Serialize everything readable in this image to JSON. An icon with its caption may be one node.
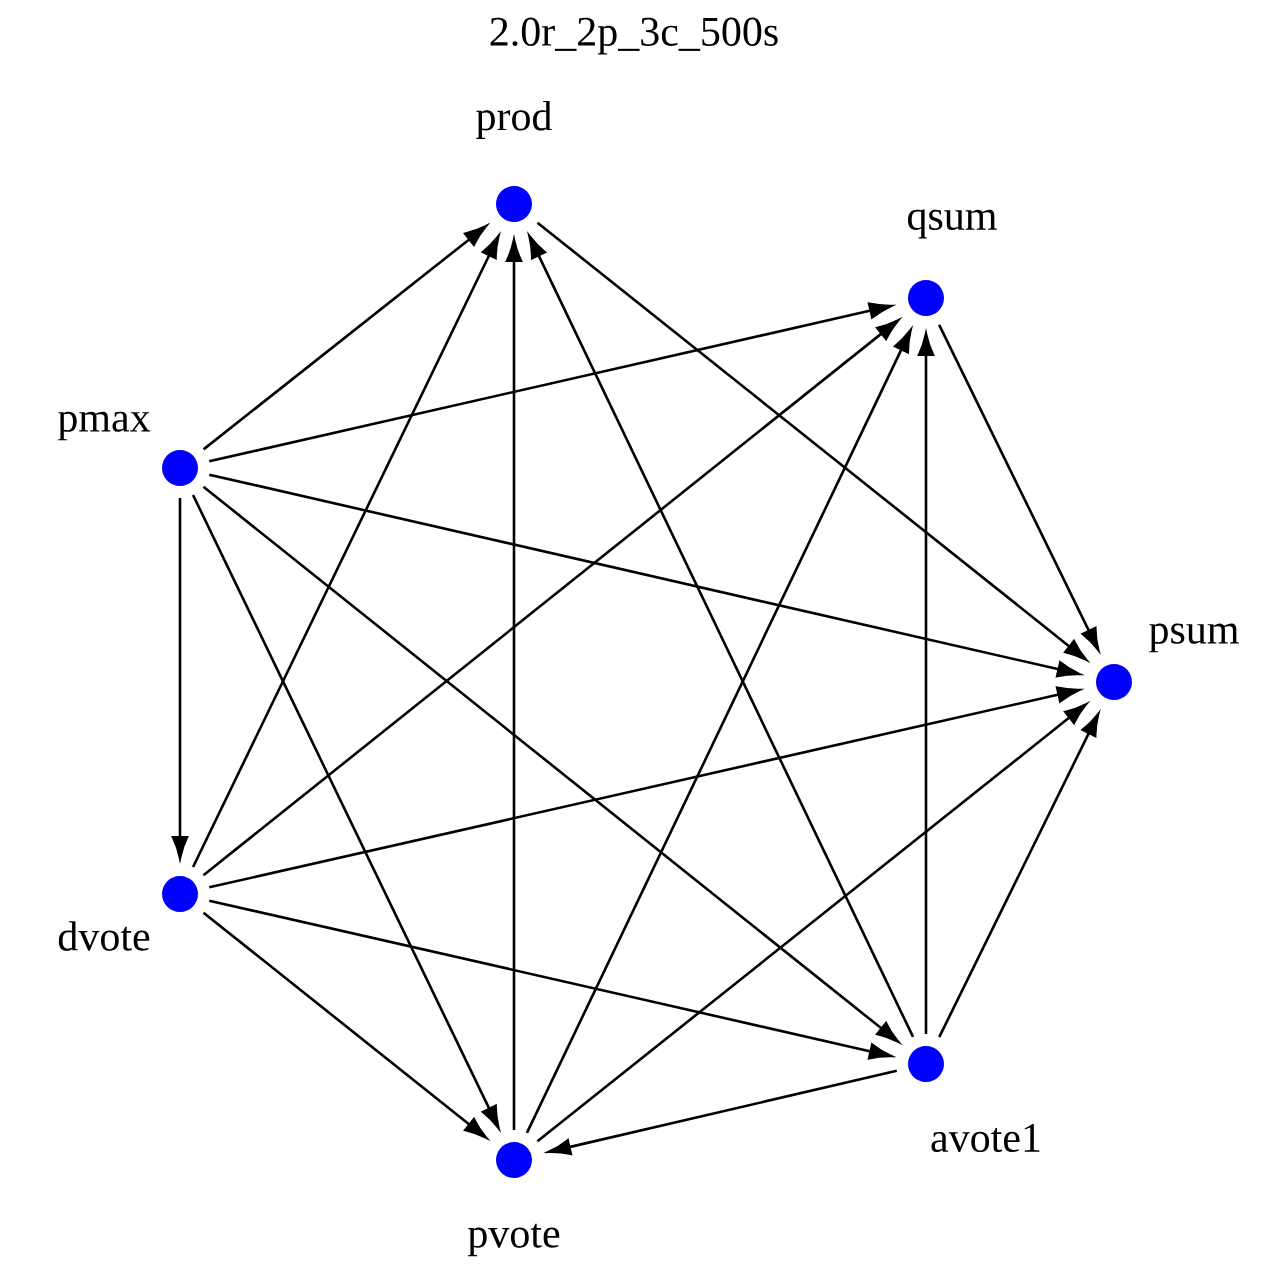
{
  "diagram": {
    "title": "2.0r_2p_3c_500s",
    "nodes": [
      {
        "text": [
          "prod"
        ]
      },
      {
        "text": [
          "qsum"
        ]
      },
      {
        "text": [
          "pmax"
        ]
      },
      {
        "text": [
          "psum"
        ]
      },
      {
        "text": [
          "dvote"
        ]
      },
      {
        "text": [
          "avote1"
        ]
      },
      {
        "text": [
          "pvote"
        ]
      }
    ],
    "edges": [
      {
        "from": 0,
        "to": 3,
        "arrow": "to"
      },
      {
        "from": 1,
        "to": 3,
        "arrow": "to"
      },
      {
        "from": 2,
        "to": 0,
        "arrow": "to"
      },
      {
        "from": 2,
        "to": 1,
        "arrow": "to"
      },
      {
        "from": 2,
        "to": 3,
        "arrow": "to"
      },
      {
        "from": 2,
        "to": 4,
        "arrow": "to"
      },
      {
        "from": 2,
        "to": 6,
        "arrow": "to"
      },
      {
        "from": 2,
        "to": 5,
        "arrow": "to"
      },
      {
        "from": 4,
        "to": 0,
        "arrow": "to"
      },
      {
        "from": 4,
        "to": 1,
        "arrow": "to"
      },
      {
        "from": 4,
        "to": 3,
        "arrow": "to"
      },
      {
        "from": 4,
        "to": 5,
        "arrow": "to"
      },
      {
        "from": 4,
        "to": 6,
        "arrow": "to"
      },
      {
        "from": 6,
        "to": 0,
        "arrow": "to"
      },
      {
        "from": 6,
        "to": 1,
        "arrow": "to"
      },
      {
        "from": 6,
        "to": 3,
        "arrow": "to"
      },
      {
        "from": 5,
        "to": 0,
        "arrow": "to"
      },
      {
        "from": 5,
        "to": 1,
        "arrow": "to"
      },
      {
        "from": 5,
        "to": 3,
        "arrow": "to"
      },
      {
        "from": 5,
        "to": 6,
        "arrow": "to"
      }
    ]
  }
}
